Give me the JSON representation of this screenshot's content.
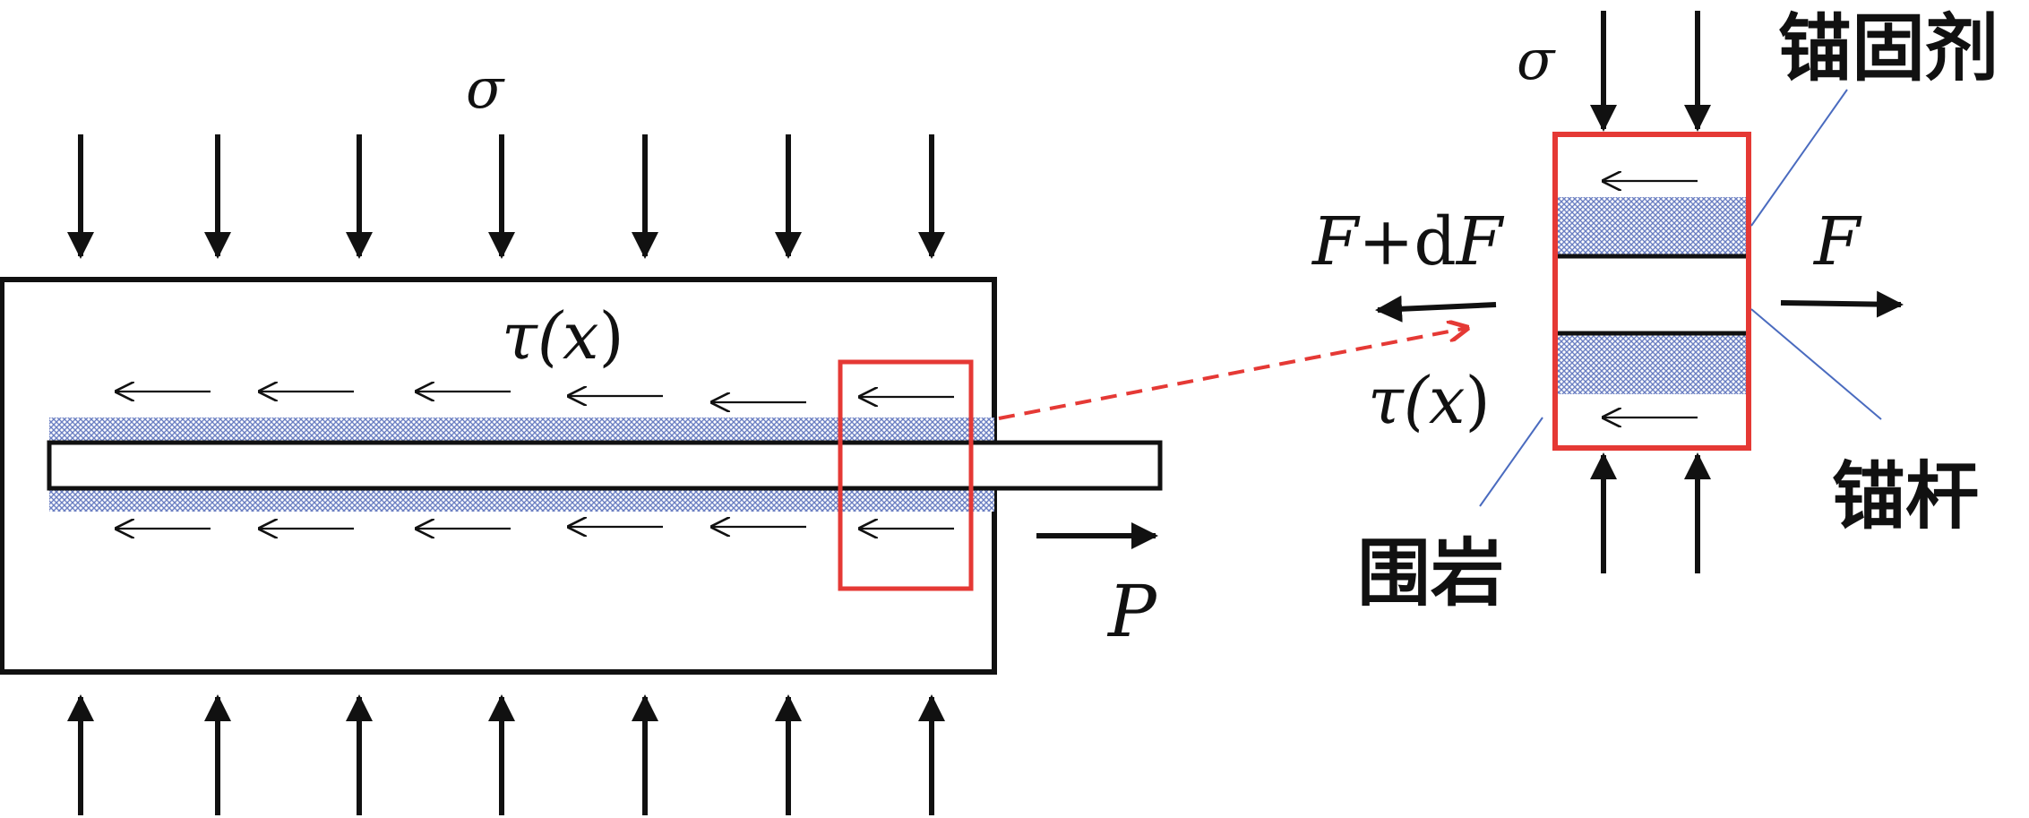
{
  "labels": {
    "sigma": "σ",
    "tau": "τ(",
    "x": "x",
    "close_paren": ")",
    "P": "P",
    "F": "F",
    "plus_d": "+d",
    "anchorage_agent": "锚固剂",
    "bolt": "锚杆",
    "surrounding_rock": "围岩"
  },
  "colors": {
    "grout": "#6b7fc2",
    "highlight": "#e53935",
    "leader_line": "#4a6bbf",
    "ink": "#111111"
  }
}
